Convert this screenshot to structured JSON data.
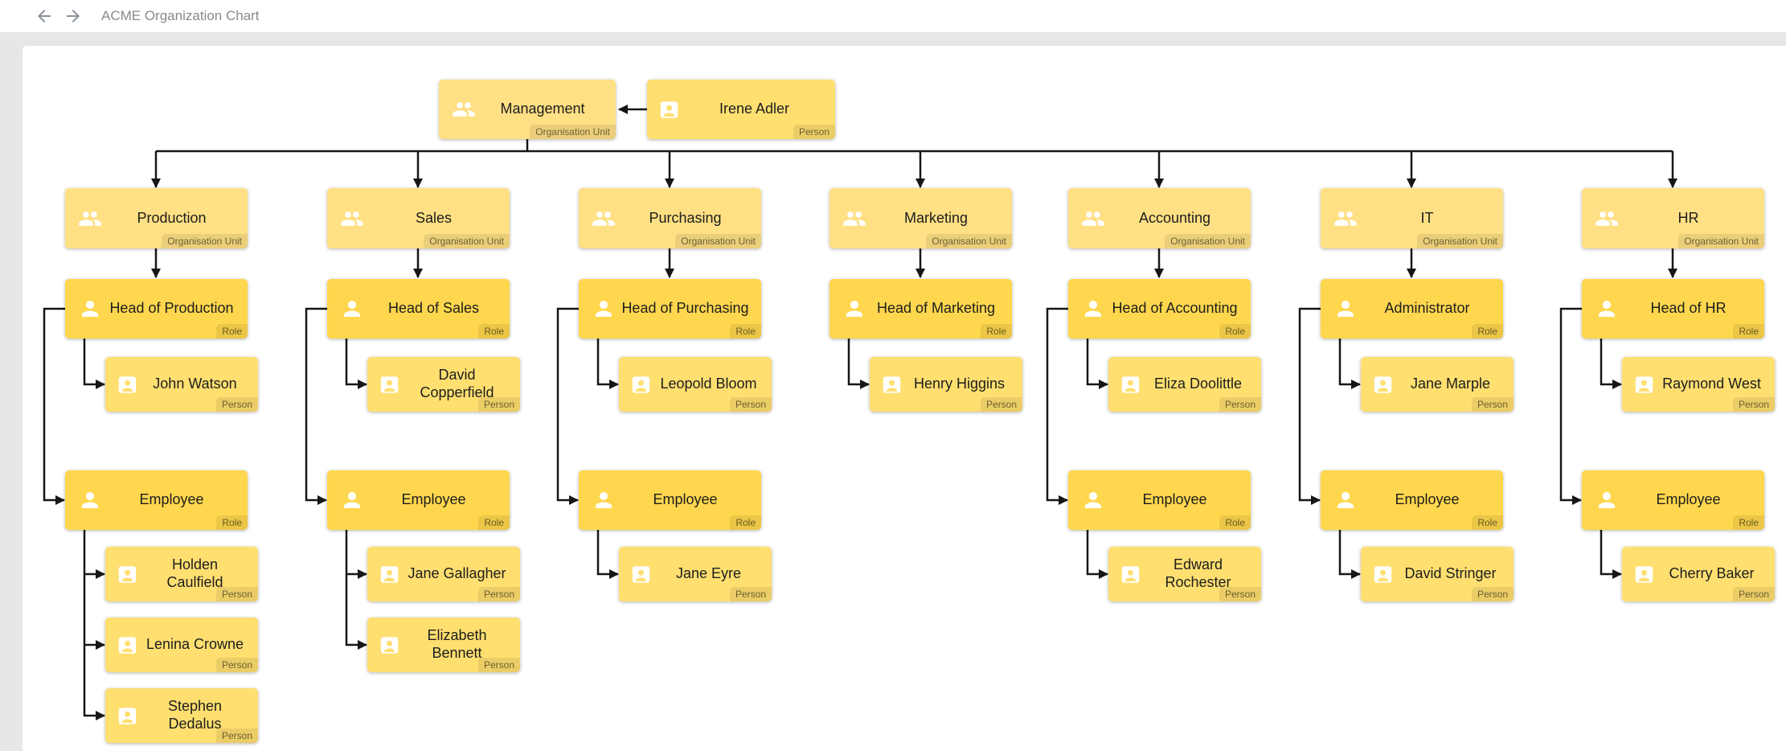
{
  "header": {
    "title": "ACME Organization Chart",
    "back_icon": "arrow-left",
    "forward_icon": "arrow-right"
  },
  "icons": {
    "org_unit": "people-group-icon",
    "role": "person-icon",
    "person": "contact-card-icon"
  },
  "colors": {
    "org_unit_fill": "#FFE084",
    "role_fill": "#FFD74E",
    "person_fill": "#FFDF70",
    "connector": "#161616",
    "canvas": "#FFFFFF",
    "page_background": "#E7E7E7",
    "title_text": "#8A8A8A"
  },
  "nodes": {
    "management": {
      "label": "Management",
      "type": "Organisation Unit"
    },
    "irene_adler": {
      "label": "Irene Adler",
      "type": "Person"
    },
    "production": {
      "label": "Production",
      "type": "Organisation Unit"
    },
    "sales": {
      "label": "Sales",
      "type": "Organisation Unit"
    },
    "purchasing": {
      "label": "Purchasing",
      "type": "Organisation Unit"
    },
    "marketing": {
      "label": "Marketing",
      "type": "Organisation Unit"
    },
    "accounting": {
      "label": "Accounting",
      "type": "Organisation Unit"
    },
    "it": {
      "label": "IT",
      "type": "Organisation Unit"
    },
    "hr": {
      "label": "HR",
      "type": "Organisation Unit"
    },
    "head_of_production": {
      "label": "Head of Production",
      "type": "Role"
    },
    "john_watson": {
      "label": "John Watson",
      "type": "Person"
    },
    "employee_production": {
      "label": "Employee",
      "type": "Role"
    },
    "holden_caulfield": {
      "label": "Holden Caulfield",
      "type": "Person"
    },
    "lenina_crowne": {
      "label": "Lenina Crowne",
      "type": "Person"
    },
    "stephen_dedalus": {
      "label": "Stephen Dedalus",
      "type": "Person"
    },
    "head_of_sales": {
      "label": "Head of Sales",
      "type": "Role"
    },
    "david_copperfield": {
      "label": "David Copperfield",
      "type": "Person"
    },
    "employee_sales": {
      "label": "Employee",
      "type": "Role"
    },
    "jane_gallagher": {
      "label": "Jane Gallagher",
      "type": "Person"
    },
    "elizabeth_bennett": {
      "label": "Elizabeth Bennett",
      "type": "Person"
    },
    "head_of_purchasing": {
      "label": "Head of Purchasing",
      "type": "Role"
    },
    "leopold_bloom": {
      "label": "Leopold Bloom",
      "type": "Person"
    },
    "employee_purchasing": {
      "label": "Employee",
      "type": "Role"
    },
    "jane_eyre": {
      "label": "Jane Eyre",
      "type": "Person"
    },
    "head_of_marketing": {
      "label": "Head of Marketing",
      "type": "Role"
    },
    "henry_higgins": {
      "label": "Henry Higgins",
      "type": "Person"
    },
    "head_of_accounting": {
      "label": "Head of Accounting",
      "type": "Role"
    },
    "eliza_doolittle": {
      "label": "Eliza Doolittle",
      "type": "Person"
    },
    "employee_accounting": {
      "label": "Employee",
      "type": "Role"
    },
    "edward_rochester": {
      "label": "Edward Rochester",
      "type": "Person"
    },
    "administrator": {
      "label": "Administrator",
      "type": "Role"
    },
    "jane_marple": {
      "label": "Jane Marple",
      "type": "Person"
    },
    "employee_it": {
      "label": "Employee",
      "type": "Role"
    },
    "david_stringer": {
      "label": "David Stringer",
      "type": "Person"
    },
    "head_of_hr": {
      "label": "Head of HR",
      "type": "Role"
    },
    "raymond_west": {
      "label": "Raymond West",
      "type": "Person"
    },
    "employee_hr": {
      "label": "Employee",
      "type": "Role"
    },
    "cherry_baker": {
      "label": "Cherry Baker",
      "type": "Person"
    }
  },
  "edges": [
    "irene_adler>management",
    "management>production",
    "management>sales",
    "management>purchasing",
    "management>marketing",
    "management>accounting",
    "management>it",
    "management>hr",
    "production>head_of_production",
    "sales>head_of_sales",
    "purchasing>head_of_purchasing",
    "marketing>head_of_marketing",
    "accounting>head_of_accounting",
    "it>administrator",
    "hr>head_of_hr",
    "head_of_production>john_watson",
    "head_of_production>employee_production",
    "employee_production>holden_caulfield",
    "employee_production>lenina_crowne",
    "employee_production>stephen_dedalus",
    "head_of_sales>david_copperfield",
    "head_of_sales>employee_sales",
    "employee_sales>jane_gallagher",
    "employee_sales>elizabeth_bennett",
    "head_of_purchasing>leopold_bloom",
    "head_of_purchasing>employee_purchasing",
    "employee_purchasing>jane_eyre",
    "head_of_marketing>henry_higgins",
    "head_of_accounting>eliza_doolittle",
    "head_of_accounting>employee_accounting",
    "employee_accounting>edward_rochester",
    "administrator>jane_marple",
    "administrator>employee_it",
    "employee_it>david_stringer",
    "head_of_hr>raymond_west",
    "head_of_hr>employee_hr",
    "employee_hr>cherry_baker"
  ]
}
